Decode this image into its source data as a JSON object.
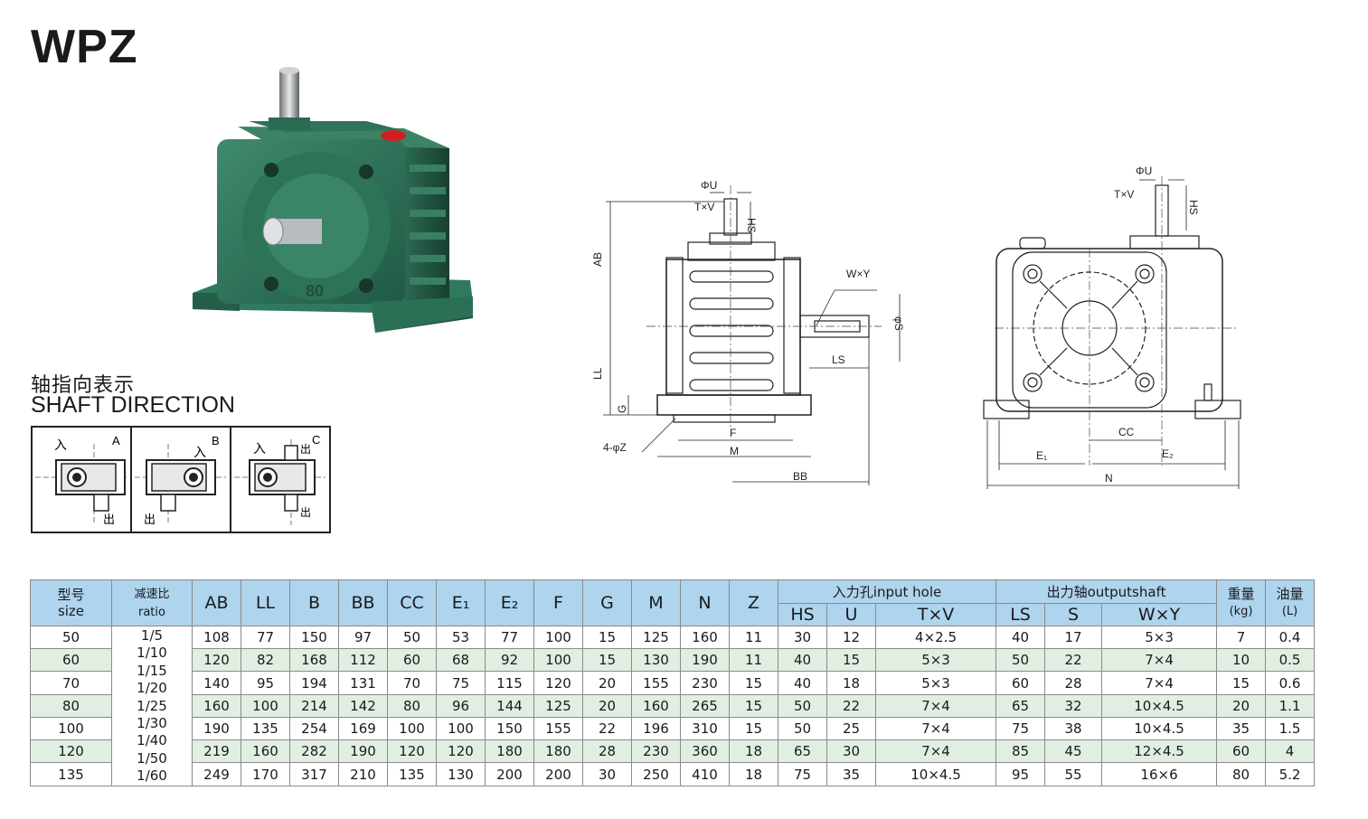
{
  "model_title": "WPZ",
  "shaft_direction": {
    "cn": "轴指向表示",
    "en": "SHAFT DIRECTION",
    "diagrams": [
      {
        "letter": "A",
        "in_label": "入",
        "out_label": "出"
      },
      {
        "letter": "B",
        "in_label": "入",
        "out_label": "出"
      },
      {
        "letter": "C",
        "in_label": "入",
        "out_label": "出"
      }
    ]
  },
  "product_photo": {
    "size_marking": "80"
  },
  "drawing_front": {
    "labels": {
      "phi_u": "ΦU",
      "txv": "T×V",
      "hs": "HS",
      "ab": "AB",
      "ll": "LL",
      "g": "G",
      "wxy": "W×Y",
      "phi_s": "φS",
      "ls": "LS",
      "f": "F",
      "m": "M",
      "z": "4-φZ",
      "bb": "BB"
    }
  },
  "drawing_side": {
    "labels": {
      "phi_u": "ΦU",
      "txv": "T×V",
      "hs": "HS",
      "cc": "CC",
      "e1": "E₁",
      "e2": "E₂",
      "n": "N"
    }
  },
  "table": {
    "headers": {
      "size_cn": "型号",
      "size_en": "size",
      "ratio_cn": "减速比",
      "ratio_en": "ratio",
      "cols": [
        "AB",
        "LL",
        "B",
        "BB",
        "CC",
        "E₁",
        "E₂",
        "F",
        "G",
        "M",
        "N",
        "Z"
      ],
      "input_group": "入力孔input hole",
      "input_cols": [
        "HS",
        "U",
        "T×V"
      ],
      "output_group": "出力轴outputshaft",
      "output_cols": [
        "LS",
        "S",
        "W×Y"
      ],
      "weight_cn": "重量",
      "weight_unit": "(kg)",
      "oil_cn": "油量",
      "oil_unit": "(L)"
    },
    "ratios": [
      "1/5",
      "1/10",
      "1/15",
      "1/20",
      "1/25",
      "1/30",
      "1/40",
      "1/50",
      "1/60"
    ],
    "rows": [
      {
        "size": "50",
        "vals": [
          "108",
          "77",
          "150",
          "97",
          "50",
          "53",
          "77",
          "100",
          "15",
          "125",
          "160",
          "11"
        ],
        "input": [
          "30",
          "12",
          "4×2.5"
        ],
        "output": [
          "40",
          "17",
          "5×3"
        ],
        "weight": "7",
        "oil": "0.4"
      },
      {
        "size": "60",
        "vals": [
          "120",
          "82",
          "168",
          "112",
          "60",
          "68",
          "92",
          "100",
          "15",
          "130",
          "190",
          "11"
        ],
        "input": [
          "40",
          "15",
          "5×3"
        ],
        "output": [
          "50",
          "22",
          "7×4"
        ],
        "weight": "10",
        "oil": "0.5"
      },
      {
        "size": "70",
        "vals": [
          "140",
          "95",
          "194",
          "131",
          "70",
          "75",
          "115",
          "120",
          "20",
          "155",
          "230",
          "15"
        ],
        "input": [
          "40",
          "18",
          "5×3"
        ],
        "output": [
          "60",
          "28",
          "7×4"
        ],
        "weight": "15",
        "oil": "0.6"
      },
      {
        "size": "80",
        "vals": [
          "160",
          "100",
          "214",
          "142",
          "80",
          "96",
          "144",
          "125",
          "20",
          "160",
          "265",
          "15"
        ],
        "input": [
          "50",
          "22",
          "7×4"
        ],
        "output": [
          "65",
          "32",
          "10×4.5"
        ],
        "weight": "20",
        "oil": "1.1"
      },
      {
        "size": "100",
        "vals": [
          "190",
          "135",
          "254",
          "169",
          "100",
          "100",
          "150",
          "155",
          "22",
          "196",
          "310",
          "15"
        ],
        "input": [
          "50",
          "25",
          "7×4"
        ],
        "output": [
          "75",
          "38",
          "10×4.5"
        ],
        "weight": "35",
        "oil": "1.5"
      },
      {
        "size": "120",
        "vals": [
          "219",
          "160",
          "282",
          "190",
          "120",
          "120",
          "180",
          "180",
          "28",
          "230",
          "360",
          "18"
        ],
        "input": [
          "65",
          "30",
          "7×4"
        ],
        "output": [
          "85",
          "45",
          "12×4.5"
        ],
        "weight": "60",
        "oil": "4"
      },
      {
        "size": "135",
        "vals": [
          "249",
          "170",
          "317",
          "210",
          "135",
          "130",
          "200",
          "200",
          "30",
          "250",
          "410",
          "18"
        ],
        "input": [
          "75",
          "35",
          "10×4.5"
        ],
        "output": [
          "95",
          "55",
          "16×6"
        ],
        "weight": "80",
        "oil": "5.2"
      }
    ]
  }
}
